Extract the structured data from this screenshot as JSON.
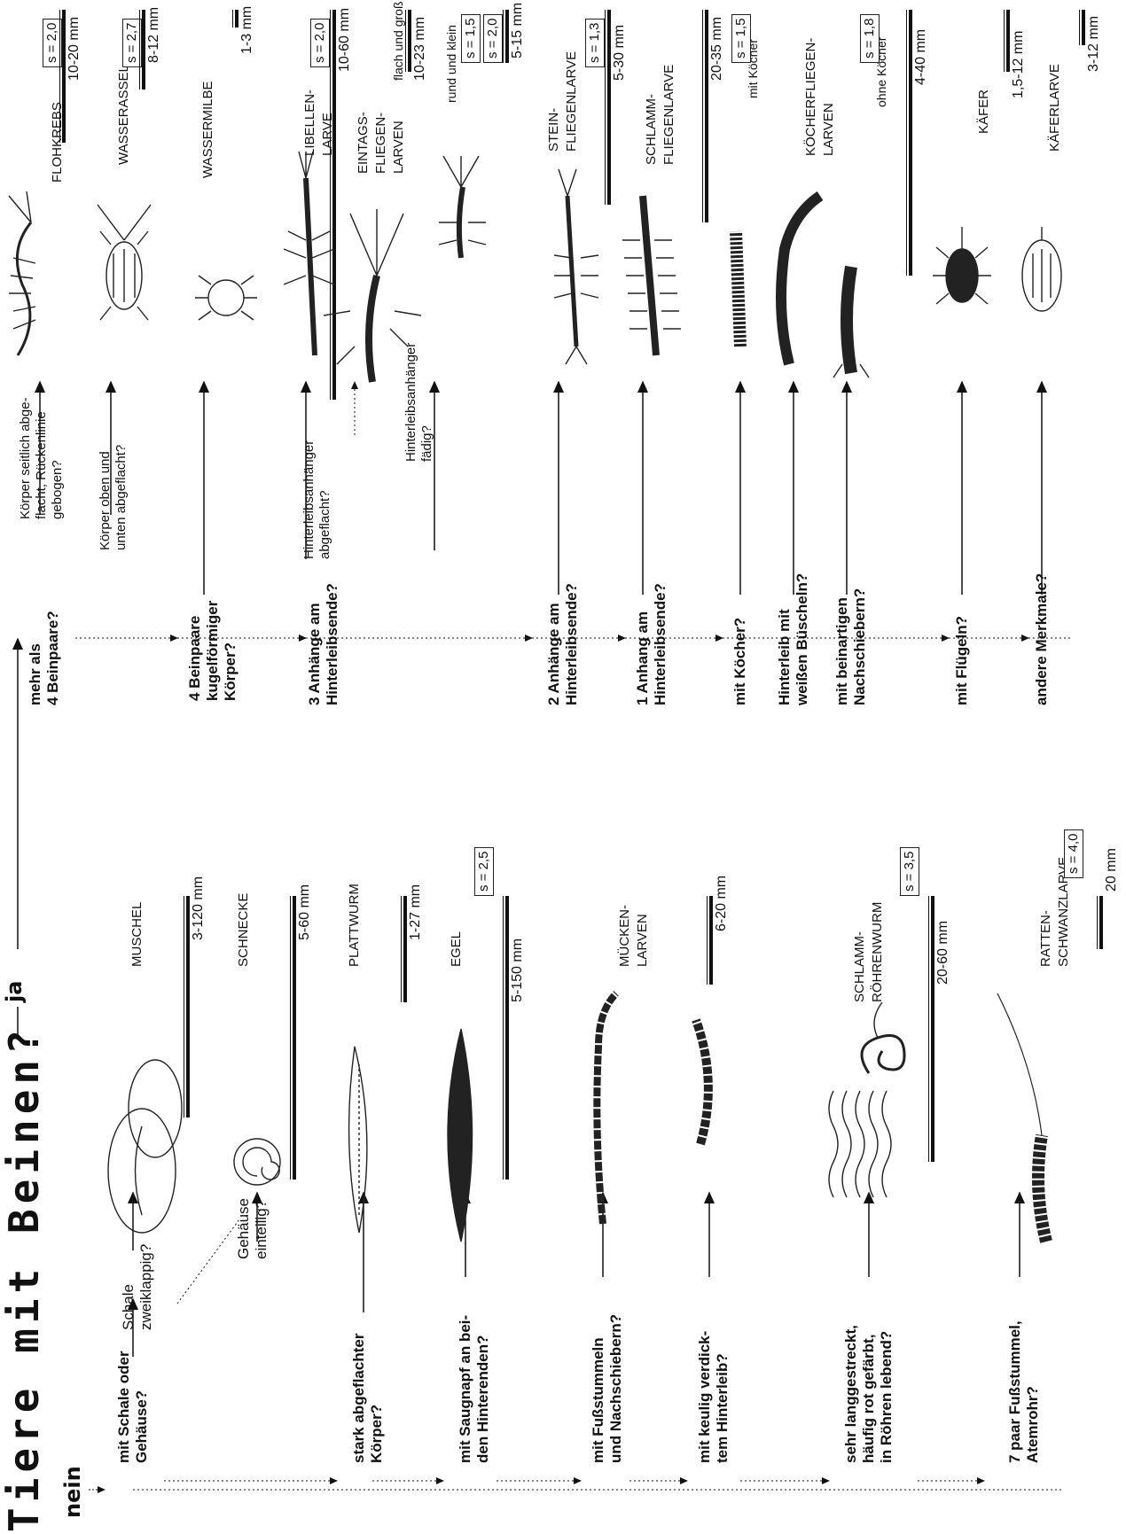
{
  "title": "Tiere mit Beinen?",
  "yes_label": "ja",
  "no_label": "nein",
  "questions": {
    "legs_more_4": "mehr als\n4 Beinpaare?",
    "body_side_flat": "Körper seitlich abge-\nflacht, Rückenlinie\ngebogen?",
    "body_top_flat": "Körper oben und\nunten abgeflacht?",
    "legs_4_spherical": "4 Beinpaare\nkugelförmiger\nKörper?",
    "three_appendages": "3 Anhänge am\nHinterleibsende?",
    "append_flat": "Hinterleibsanhänger\nabgeflacht?",
    "append_thread": "Hinterleibsanhänger\nfädig?",
    "two_appendages": "2 Anhänge am\nHinterleibsende?",
    "one_appendage": "1 Anhang am\nHinterleibsende?",
    "with_case": "mit Köcher?",
    "white_tufts": "Hinterleib mit\nweißen Büscheln?",
    "leglike_pushers": "mit beinartigen\nNachschiebern?",
    "with_wings": "mit Flügeln?",
    "other_features": "andere Merkmale?",
    "shell_or_housing": "mit Schale oder\nGehäuse?",
    "shell_bivalve": "Schale\nzweiklappig?",
    "housing_one_piece": "Gehäuse\neinteilig?",
    "strongly_flat": "stark abgeflachter\nKörper?",
    "suckers": "mit Saugnapf an bei-\nden Hinterenden?",
    "foot_stubs": "mit Fußstummeln\nund Nachschiebern?",
    "club_thick": "mit keulig verdick-\ntem Hinterleib?",
    "very_elongated": "sehr langgestreckt,\nhäufig rot gefärbt,\nin Röhren lebend?",
    "seven_pairs": "7 paar Fußstummel,\nAtemrohr?"
  },
  "legged_animals": [
    {
      "name": "FLOHKREBS",
      "size": "10-20 mm",
      "s": "s = 2,0"
    },
    {
      "name": "WASSERASSEL",
      "size": "8-12 mm",
      "s": "s = 2,7"
    },
    {
      "name": "WASSERMILBE",
      "size": "1-3 mm",
      "s": ""
    },
    {
      "name": "LIBELLEN-\nLARVE",
      "size": "10-60 mm",
      "s": "s = 2,0"
    },
    {
      "name": "EINTAGS-\nFLIEGEN-\nLARVEN",
      "size": "10-23 mm",
      "s": "s = 1,5",
      "note": "flach und groß"
    },
    {
      "name": "",
      "size": "5-15 mm",
      "s": "s = 2,0",
      "note": "rund und klein"
    },
    {
      "name": "STEIN-\nFLIEGENLARVE",
      "size": "5-30 mm",
      "s": "s = 1,3"
    },
    {
      "name": "SCHLAMM-\nFLIEGENLARVE",
      "size": "20-35 mm",
      "s": ""
    },
    {
      "name": "KÖCHERFLIEGEN-\nLARVEN",
      "size": "",
      "s": "s = 1,5",
      "note": "mit Köcher"
    },
    {
      "name": "",
      "size": "4-40 mm",
      "s": "s = 1,8",
      "note": "ohne Köcher"
    },
    {
      "name": "KÄFER",
      "size": "1,5-12 mm",
      "s": ""
    },
    {
      "name": "KÄFERLARVE",
      "size": "3-12 mm",
      "s": ""
    }
  ],
  "legless_animals": [
    {
      "name": "MUSCHEL",
      "size": "3-120 mm",
      "s": ""
    },
    {
      "name": "SCHNECKE",
      "size": "5-60 mm",
      "s": ""
    },
    {
      "name": "PLATTWURM",
      "size": "1-27 mm",
      "s": ""
    },
    {
      "name": "EGEL",
      "size": "5-150 mm",
      "s": "s = 2,5"
    },
    {
      "name": "MÜCKEN-\nLARVEN",
      "size": "6-20 mm",
      "s": ""
    },
    {
      "name": "SCHLAMM-\nRÖHRENWURM",
      "size": "20-60 mm",
      "s": "s = 3,5"
    },
    {
      "name": "RATTEN-\nSCHWANZLARVE",
      "size": "20 mm",
      "s": "s = 4,0"
    }
  ],
  "illustrations": [
    "amphipod",
    "isopod",
    "water-mite",
    "dragonfly-larva",
    "mayfly-larva-large",
    "mayfly-larva-small",
    "stonefly-larva",
    "alderfly-larva",
    "caddis-case",
    "caddis-larva",
    "caddis-free",
    "beetle",
    "beetle-larva",
    "mussel",
    "snail",
    "flatworm",
    "leech",
    "midge-larva",
    "midge-larva-2",
    "tubifex",
    "tubifex-coil",
    "rat-tailed-maggot"
  ]
}
